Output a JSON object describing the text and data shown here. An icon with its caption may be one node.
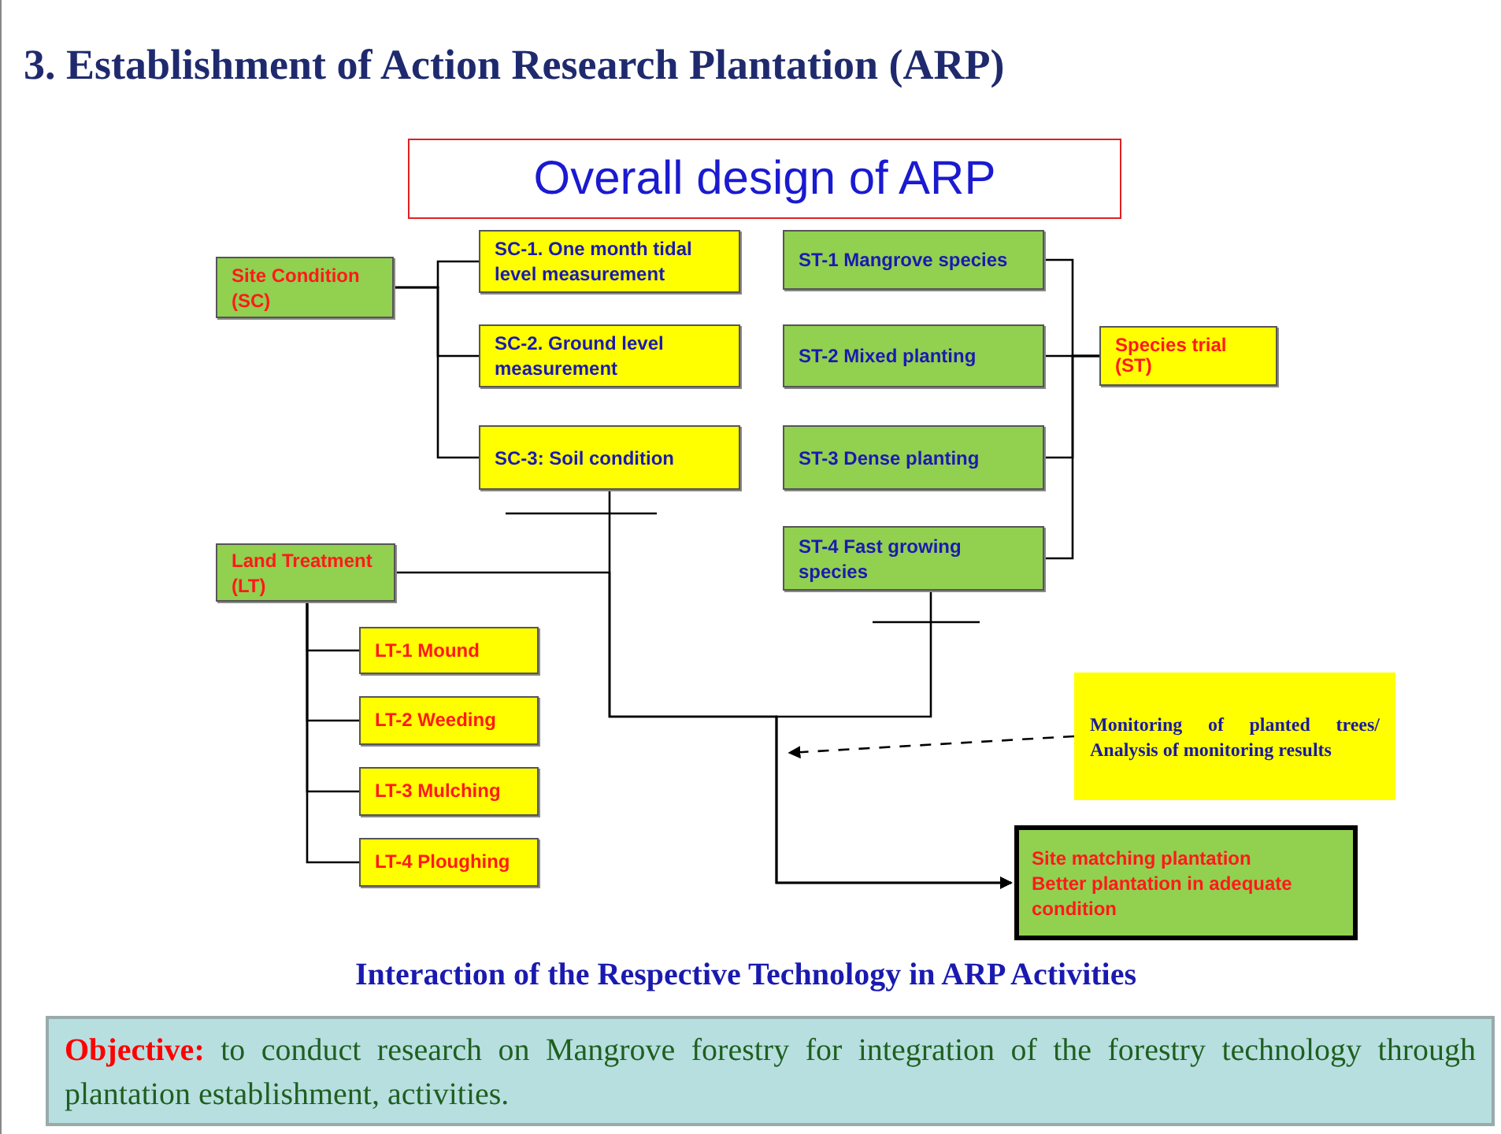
{
  "diagram": {
    "title": "3. Establishment of Action Research Plantation (ARP)",
    "caption": "Interaction of the Respective Technology in ARP Activities",
    "nodes": [
      {
        "text": [
          "Overall design of ARP"
        ]
      },
      {
        "text": [
          "Site Condition (SC)"
        ]
      },
      {
        "text": [
          "SC-1. One month tidal level measurement"
        ]
      },
      {
        "text": [
          "SC-2. Ground level measurement"
        ]
      },
      {
        "text": [
          "SC-3: Soil condition"
        ]
      },
      {
        "text": [
          "ST-1 Mangrove species"
        ]
      },
      {
        "text": [
          "ST-2 Mixed planting"
        ]
      },
      {
        "text": [
          "ST-3 Dense planting"
        ]
      },
      {
        "text": [
          "ST-4 Fast growing species"
        ]
      },
      {
        "text": [
          "Species trial (ST)"
        ]
      },
      {
        "text": [
          "Land Treatment (LT)"
        ]
      },
      {
        "text": [
          "LT-1 Mound"
        ]
      },
      {
        "text": [
          "LT-2 Weeding"
        ]
      },
      {
        "text": [
          "LT-3 Mulching"
        ]
      },
      {
        "text": [
          "LT-4 Ploughing"
        ]
      },
      {
        "text": [
          "Monitoring of planted trees/ Analysis of monitoring results"
        ]
      },
      {
        "text": [
          "Site matching plantation",
          "Better plantation in adequate condition"
        ]
      },
      {
        "text": [
          "Objective:",
          "to conduct research on Mangrove forestry for integration of the forestry technology through plantation establishment, activities."
        ]
      }
    ],
    "edges": [
      {
        "from": 1,
        "to": 2,
        "arrow": "none"
      },
      {
        "from": 1,
        "to": 3,
        "arrow": "none"
      },
      {
        "from": 1,
        "to": 4,
        "arrow": "none"
      },
      {
        "from": 9,
        "to": 5,
        "arrow": "none"
      },
      {
        "from": 9,
        "to": 6,
        "arrow": "none"
      },
      {
        "from": 9,
        "to": 7,
        "arrow": "none"
      },
      {
        "from": 9,
        "to": 8,
        "arrow": "none"
      },
      {
        "from": 10,
        "to": 11,
        "arrow": "none"
      },
      {
        "from": 10,
        "to": 12,
        "arrow": "none"
      },
      {
        "from": 10,
        "to": 13,
        "arrow": "none"
      },
      {
        "from": 10,
        "to": 14,
        "arrow": "none"
      },
      {
        "from": 10,
        "to": 16,
        "arrow": "to"
      },
      {
        "from": 4,
        "to": 16,
        "arrow": "to"
      },
      {
        "from": 8,
        "to": 16,
        "arrow": "to"
      },
      {
        "from": 15,
        "to": null,
        "arrow": "to",
        "style": "dashed"
      }
    ]
  }
}
